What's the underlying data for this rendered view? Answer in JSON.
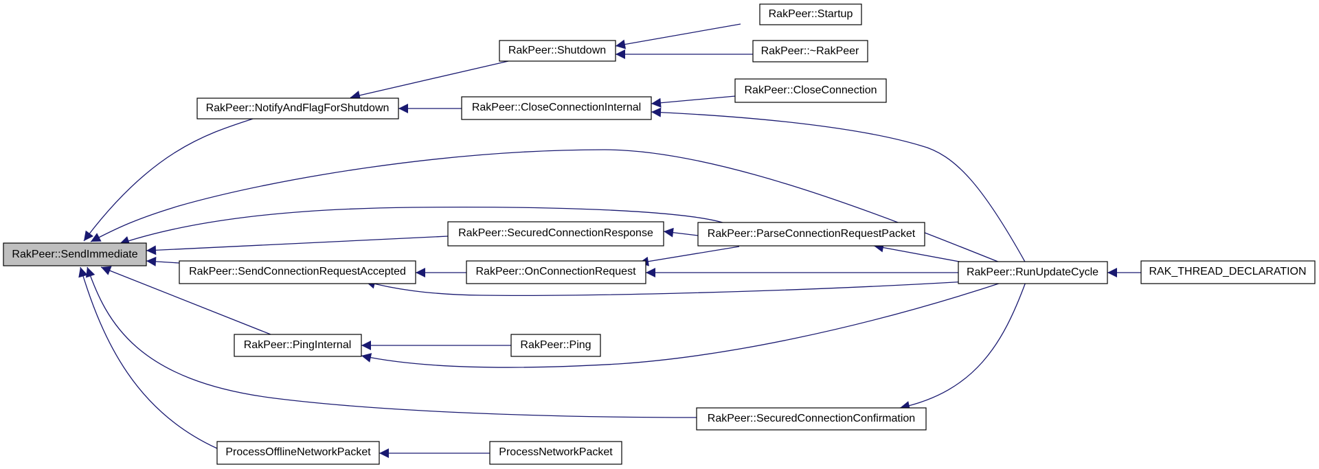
{
  "diagram": {
    "type": "caller-graph",
    "colors": {
      "edge": "#191970",
      "root_fill": "#bfbfbf",
      "node_fill": "#ffffff",
      "border": "#000000"
    },
    "nodes": {
      "send_immediate": "RakPeer::SendImmediate",
      "notify_flag": "RakPeer::NotifyAndFlagForShutdown",
      "shutdown": "RakPeer::Shutdown",
      "startup": "RakPeer::Startup",
      "destructor": "RakPeer::~RakPeer",
      "close_internal": "RakPeer::CloseConnectionInternal",
      "close_connection": "RakPeer::CloseConnection",
      "secured_response": "RakPeer::SecuredConnectionResponse",
      "parse_request": "RakPeer::ParseConnectionRequestPacket",
      "send_accepted": "RakPeer::SendConnectionRequestAccepted",
      "on_request": "RakPeer::OnConnectionRequest",
      "run_update": "RakPeer::RunUpdateCycle",
      "thread_decl": "RAK_THREAD_DECLARATION",
      "ping_internal": "RakPeer::PingInternal",
      "ping": "RakPeer::Ping",
      "secured_confirmation": "RakPeer::SecuredConnectionConfirmation",
      "offline_packet": "ProcessOfflineNetworkPacket",
      "network_packet": "ProcessNetworkPacket"
    }
  }
}
